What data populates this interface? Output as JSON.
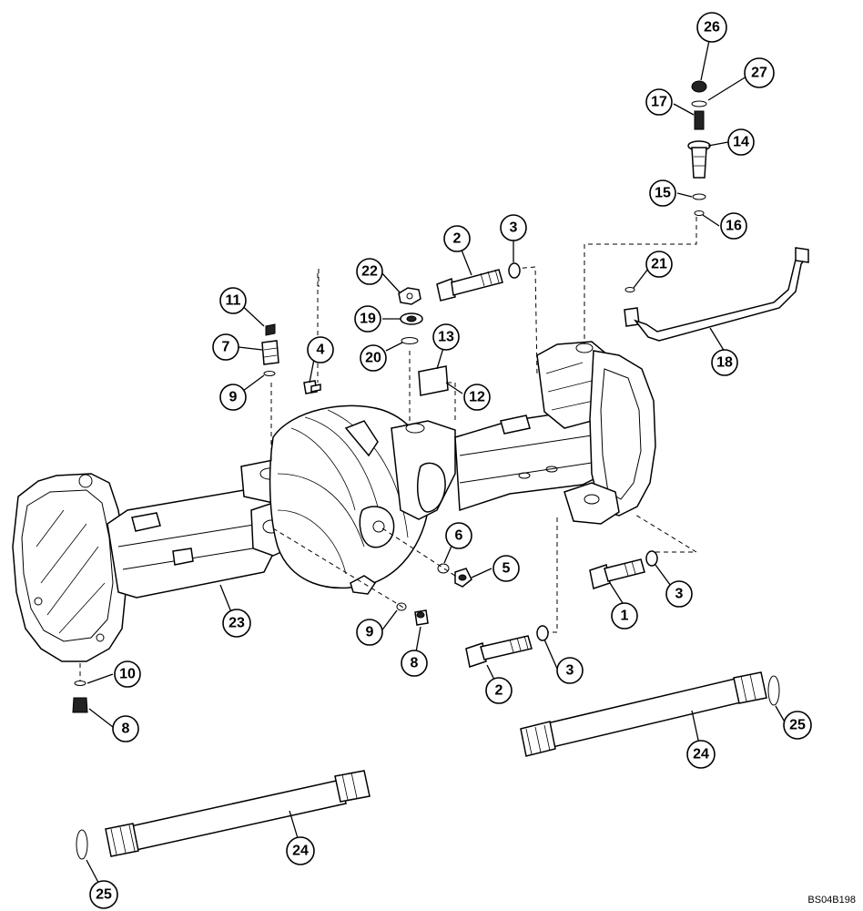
{
  "drawing_code": "BS04B198",
  "callouts": [
    {
      "id": "c26a",
      "label": "26"
    },
    {
      "id": "c27a",
      "label": "27"
    },
    {
      "id": "c17a",
      "label": "17"
    },
    {
      "id": "c14a",
      "label": "14"
    },
    {
      "id": "c15a",
      "label": "15"
    },
    {
      "id": "c16a",
      "label": "16"
    },
    {
      "id": "c21a",
      "label": "21"
    },
    {
      "id": "c18a",
      "label": "18"
    },
    {
      "id": "c2a",
      "label": "2"
    },
    {
      "id": "c3a",
      "label": "3"
    },
    {
      "id": "c22a",
      "label": "22"
    },
    {
      "id": "c19a",
      "label": "19"
    },
    {
      "id": "c20a",
      "label": "20"
    },
    {
      "id": "c13a",
      "label": "13"
    },
    {
      "id": "c12a",
      "label": "12"
    },
    {
      "id": "c11a",
      "label": "11"
    },
    {
      "id": "c7a",
      "label": "7"
    },
    {
      "id": "c9a",
      "label": "9"
    },
    {
      "id": "c4a",
      "label": "4"
    },
    {
      "id": "c6a",
      "label": "6"
    },
    {
      "id": "c5a",
      "label": "5"
    },
    {
      "id": "c1a",
      "label": "1"
    },
    {
      "id": "c3b",
      "label": "3"
    },
    {
      "id": "c23a",
      "label": "23"
    },
    {
      "id": "c9b",
      "label": "9"
    },
    {
      "id": "c8a",
      "label": "8"
    },
    {
      "id": "c2b",
      "label": "2"
    },
    {
      "id": "c3c",
      "label": "3"
    },
    {
      "id": "c10a",
      "label": "10"
    },
    {
      "id": "c8b",
      "label": "8"
    },
    {
      "id": "c25a",
      "label": "25"
    },
    {
      "id": "c24a",
      "label": "24"
    },
    {
      "id": "c24b",
      "label": "24"
    },
    {
      "id": "c25b",
      "label": "25"
    }
  ]
}
